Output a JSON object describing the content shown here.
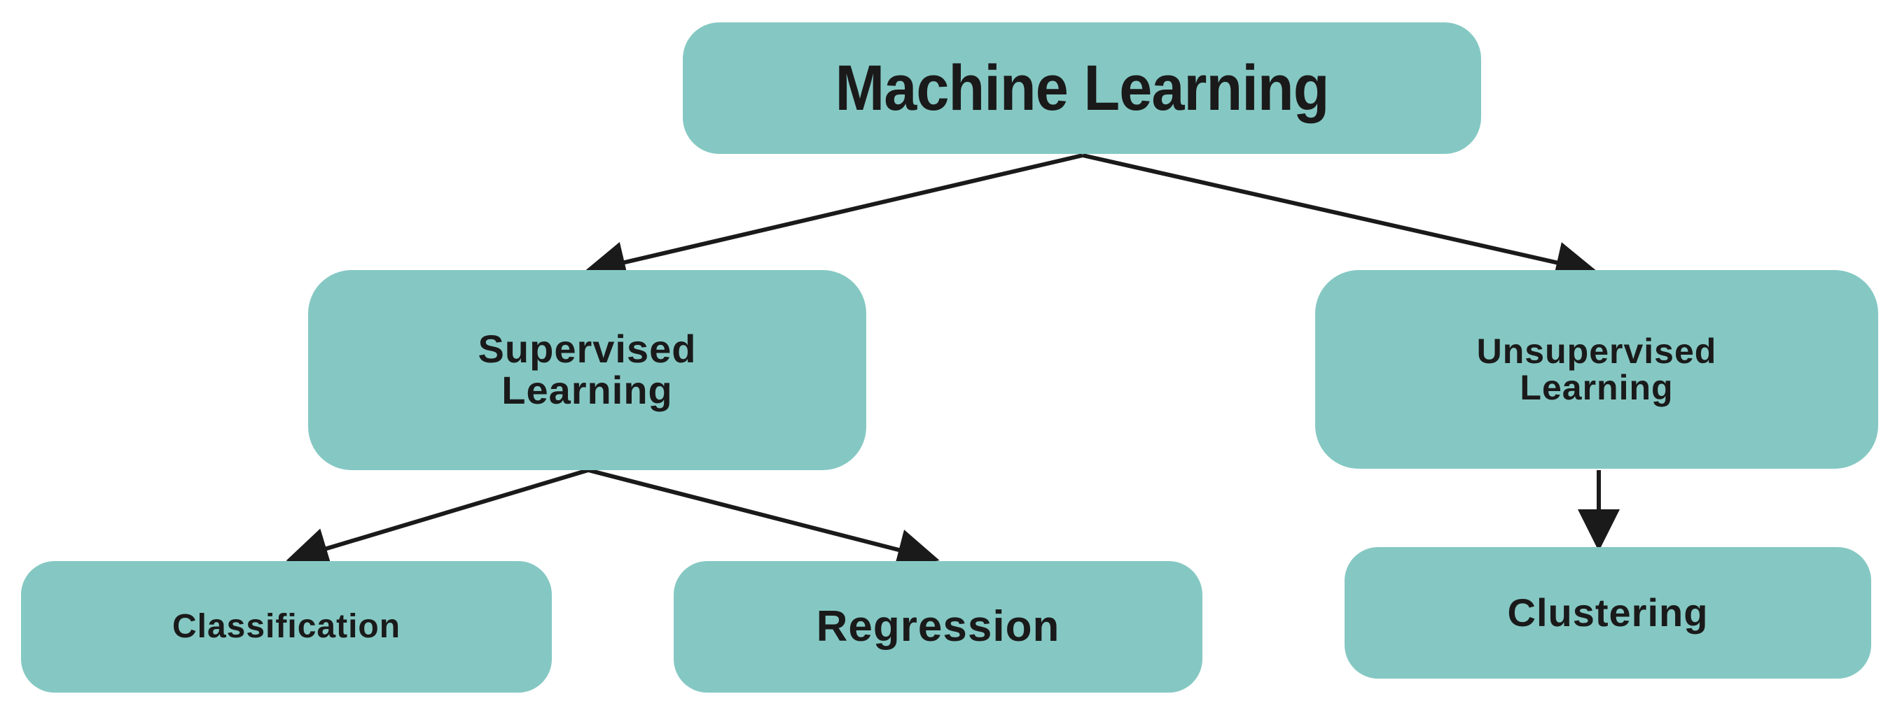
{
  "diagram": {
    "nodes": [
      {
        "id": "root",
        "label": "Machine Learning"
      },
      {
        "id": "sup",
        "label": "Supervised\nLearning"
      },
      {
        "id": "uns",
        "label": "Unsupervised\nLearning"
      },
      {
        "id": "cls",
        "label": "Classification"
      },
      {
        "id": "reg",
        "label": "Regression"
      },
      {
        "id": "clu",
        "label": "Clustering"
      }
    ],
    "edges": [
      {
        "from": "root",
        "to": "sup"
      },
      {
        "from": "root",
        "to": "uns"
      },
      {
        "from": "sup",
        "to": "cls"
      },
      {
        "from": "sup",
        "to": "reg"
      },
      {
        "from": "uns",
        "to": "clu"
      }
    ],
    "colors": {
      "node_fill": "#85c8c3",
      "text": "#1a1a1a",
      "edge": "#1a1a1a"
    }
  }
}
